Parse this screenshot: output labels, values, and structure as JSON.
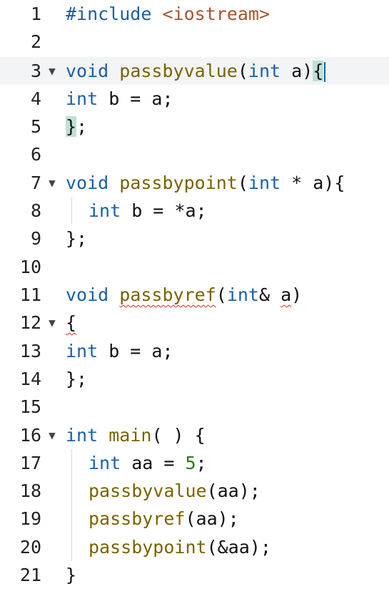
{
  "editor": {
    "current_line": 3,
    "lines": [
      {
        "num": "1",
        "t": {
          "pp": "#include",
          "sp": " ",
          "inc": "<iostream>"
        }
      },
      {
        "num": "2"
      },
      {
        "num": "3",
        "t": {
          "kw1": "void",
          "sp1": " ",
          "fn": "passbyvalue",
          "p1": "(",
          "kw2": "int",
          "sp2": " ",
          "arg": "a",
          "p2": ")",
          "brace": "{"
        }
      },
      {
        "num": "4",
        "t": {
          "kw": "int",
          "rest": " b = a;"
        }
      },
      {
        "num": "5",
        "t": {
          "brace": "}",
          "rest": ";"
        }
      },
      {
        "num": "6"
      },
      {
        "num": "7",
        "t": {
          "kw1": "void",
          "sp1": " ",
          "fn": "passbypoint",
          "p1": "(",
          "kw2": "int",
          "rest": " * a){"
        }
      },
      {
        "num": "8",
        "t": {
          "kw": "int",
          "rest": " b = *a;"
        }
      },
      {
        "num": "9",
        "t": {
          "rest": "};"
        }
      },
      {
        "num": "10"
      },
      {
        "num": "11",
        "t": {
          "kw1": "void",
          "sp1": " ",
          "fn": "passbyref",
          "p1": "(",
          "kw2": "int",
          "amp": "& ",
          "arg": "a",
          "p2": ")"
        }
      },
      {
        "num": "12",
        "t": {
          "brace": "{"
        }
      },
      {
        "num": "13",
        "t": {
          "kw": "int",
          "rest": " b = a;"
        }
      },
      {
        "num": "14",
        "t": {
          "rest": "};"
        }
      },
      {
        "num": "15"
      },
      {
        "num": "16",
        "t": {
          "kw": "int",
          "sp": " ",
          "fn": "main",
          "rest": "( ) {"
        }
      },
      {
        "num": "17",
        "t": {
          "kw": "int",
          "rest1": " aa = ",
          "num": "5",
          "rest2": ";"
        }
      },
      {
        "num": "18",
        "t": {
          "fn": "passbyvalue",
          "rest": "(aa);"
        }
      },
      {
        "num": "19",
        "t": {
          "fn": "passbyref",
          "rest": "(aa);"
        }
      },
      {
        "num": "20",
        "t": {
          "fn": "passbypoint",
          "rest": "(&aa);"
        }
      },
      {
        "num": "21",
        "t": {
          "rest": "}"
        }
      }
    ],
    "fold_marker": "▼",
    "folds": [
      "3",
      "7",
      "12",
      "16"
    ]
  },
  "colors": {
    "keyword": "#1a5fa8",
    "function": "#7a6300",
    "string": "#a8552a",
    "number": "#2e7a1e",
    "error_squiggle": "#e0261b",
    "bracket_match": "#bfe0d6",
    "current_line_bg": "#f3f4f6"
  }
}
